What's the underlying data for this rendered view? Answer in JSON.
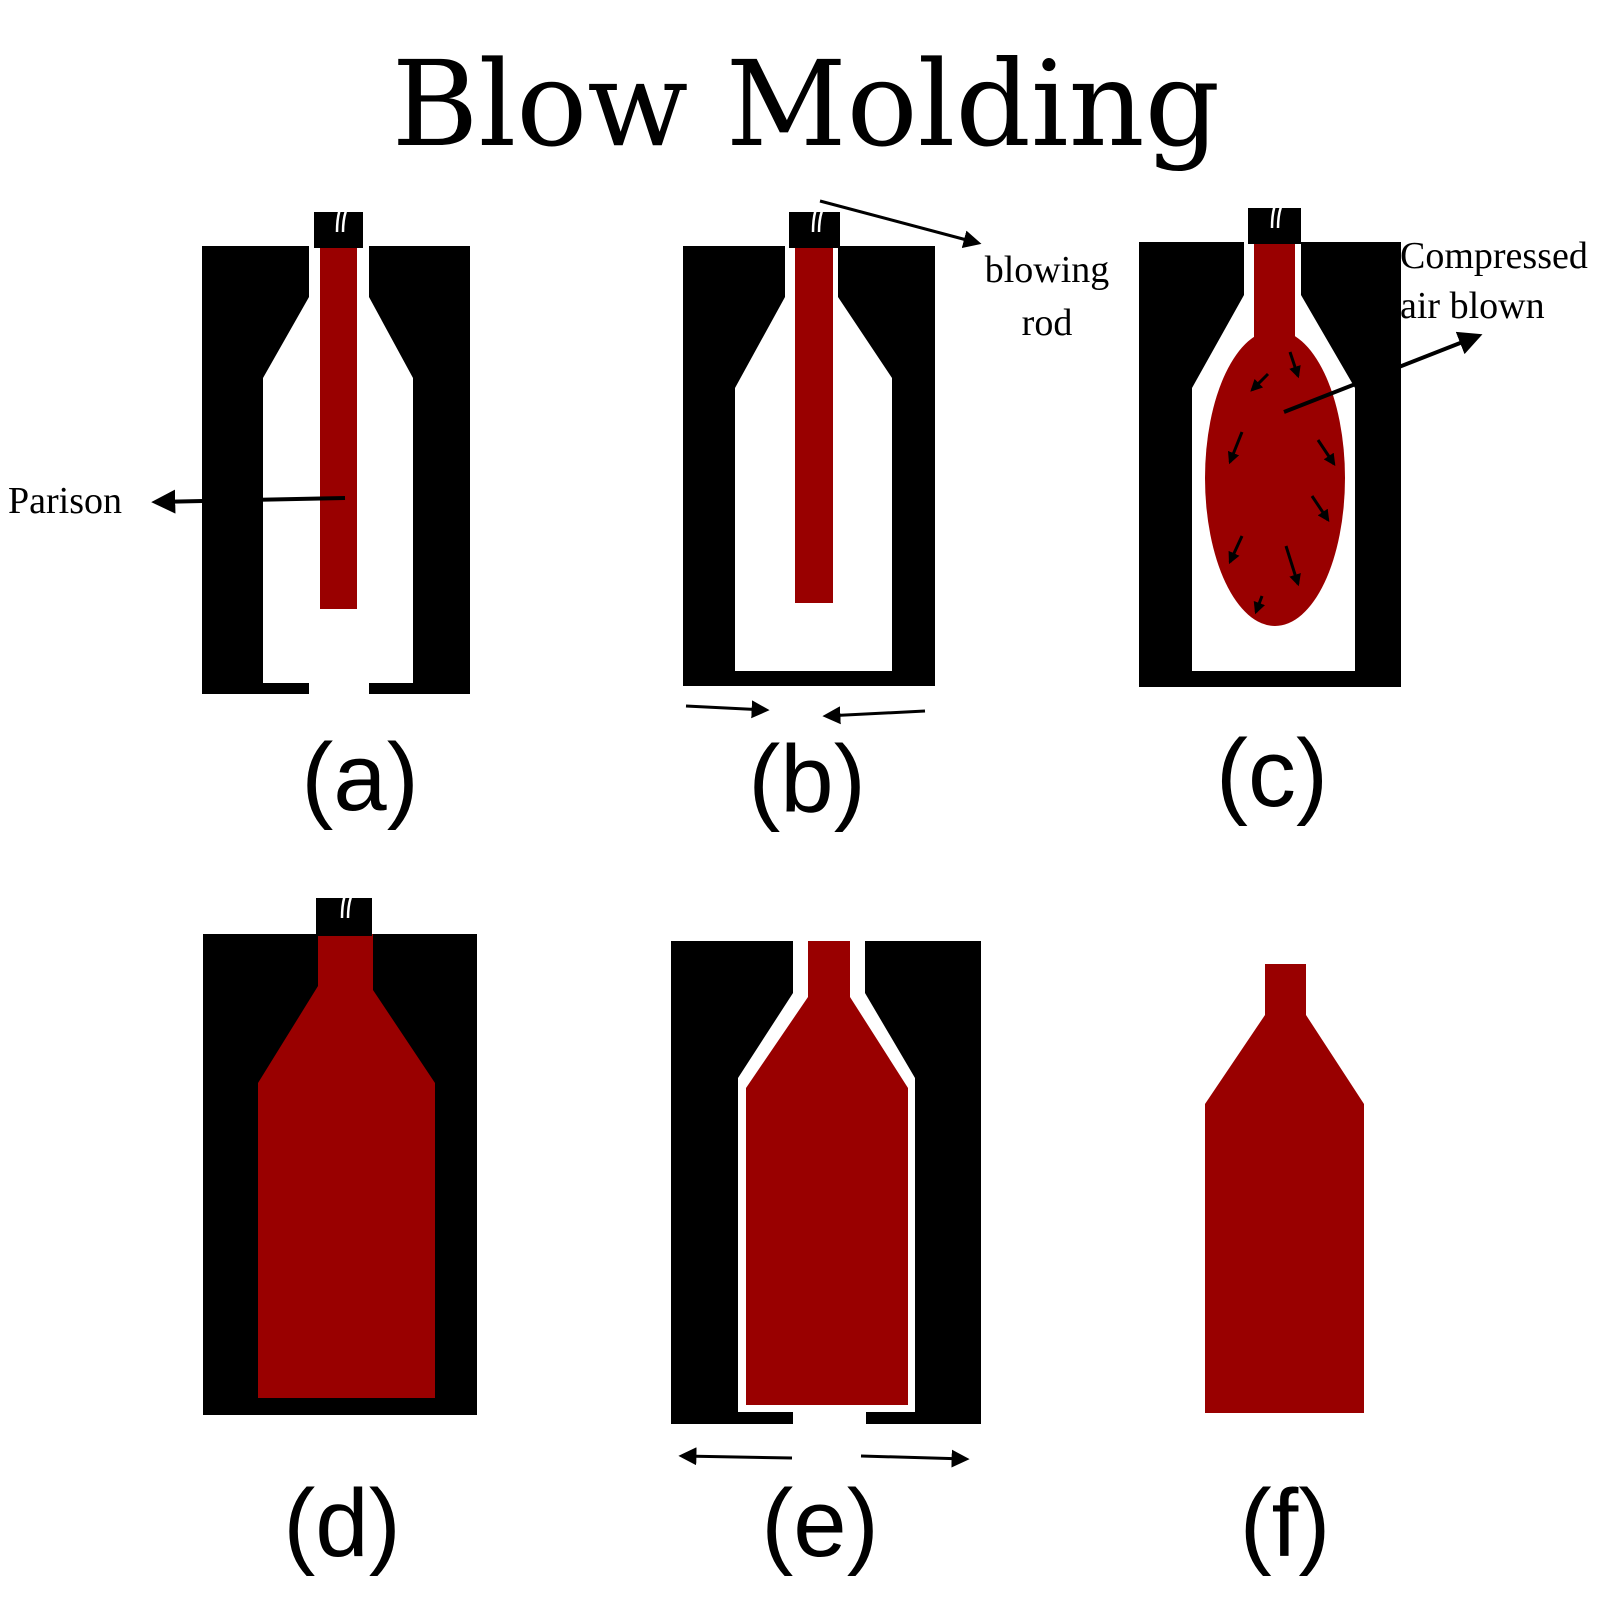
{
  "title": "Blow Molding",
  "labels": {
    "parison": "Parison",
    "blowing_rod_line1": "blowing",
    "blowing_rod_line2": "rod",
    "compressed_line1": "Compressed",
    "compressed_line2": "air blown"
  },
  "steps": [
    "(a)",
    "(b)",
    "(c)",
    "(d)",
    "(e)",
    "(f)"
  ],
  "colors": {
    "mold": "#000000",
    "plastic": "#990000",
    "background": "#ffffff"
  }
}
